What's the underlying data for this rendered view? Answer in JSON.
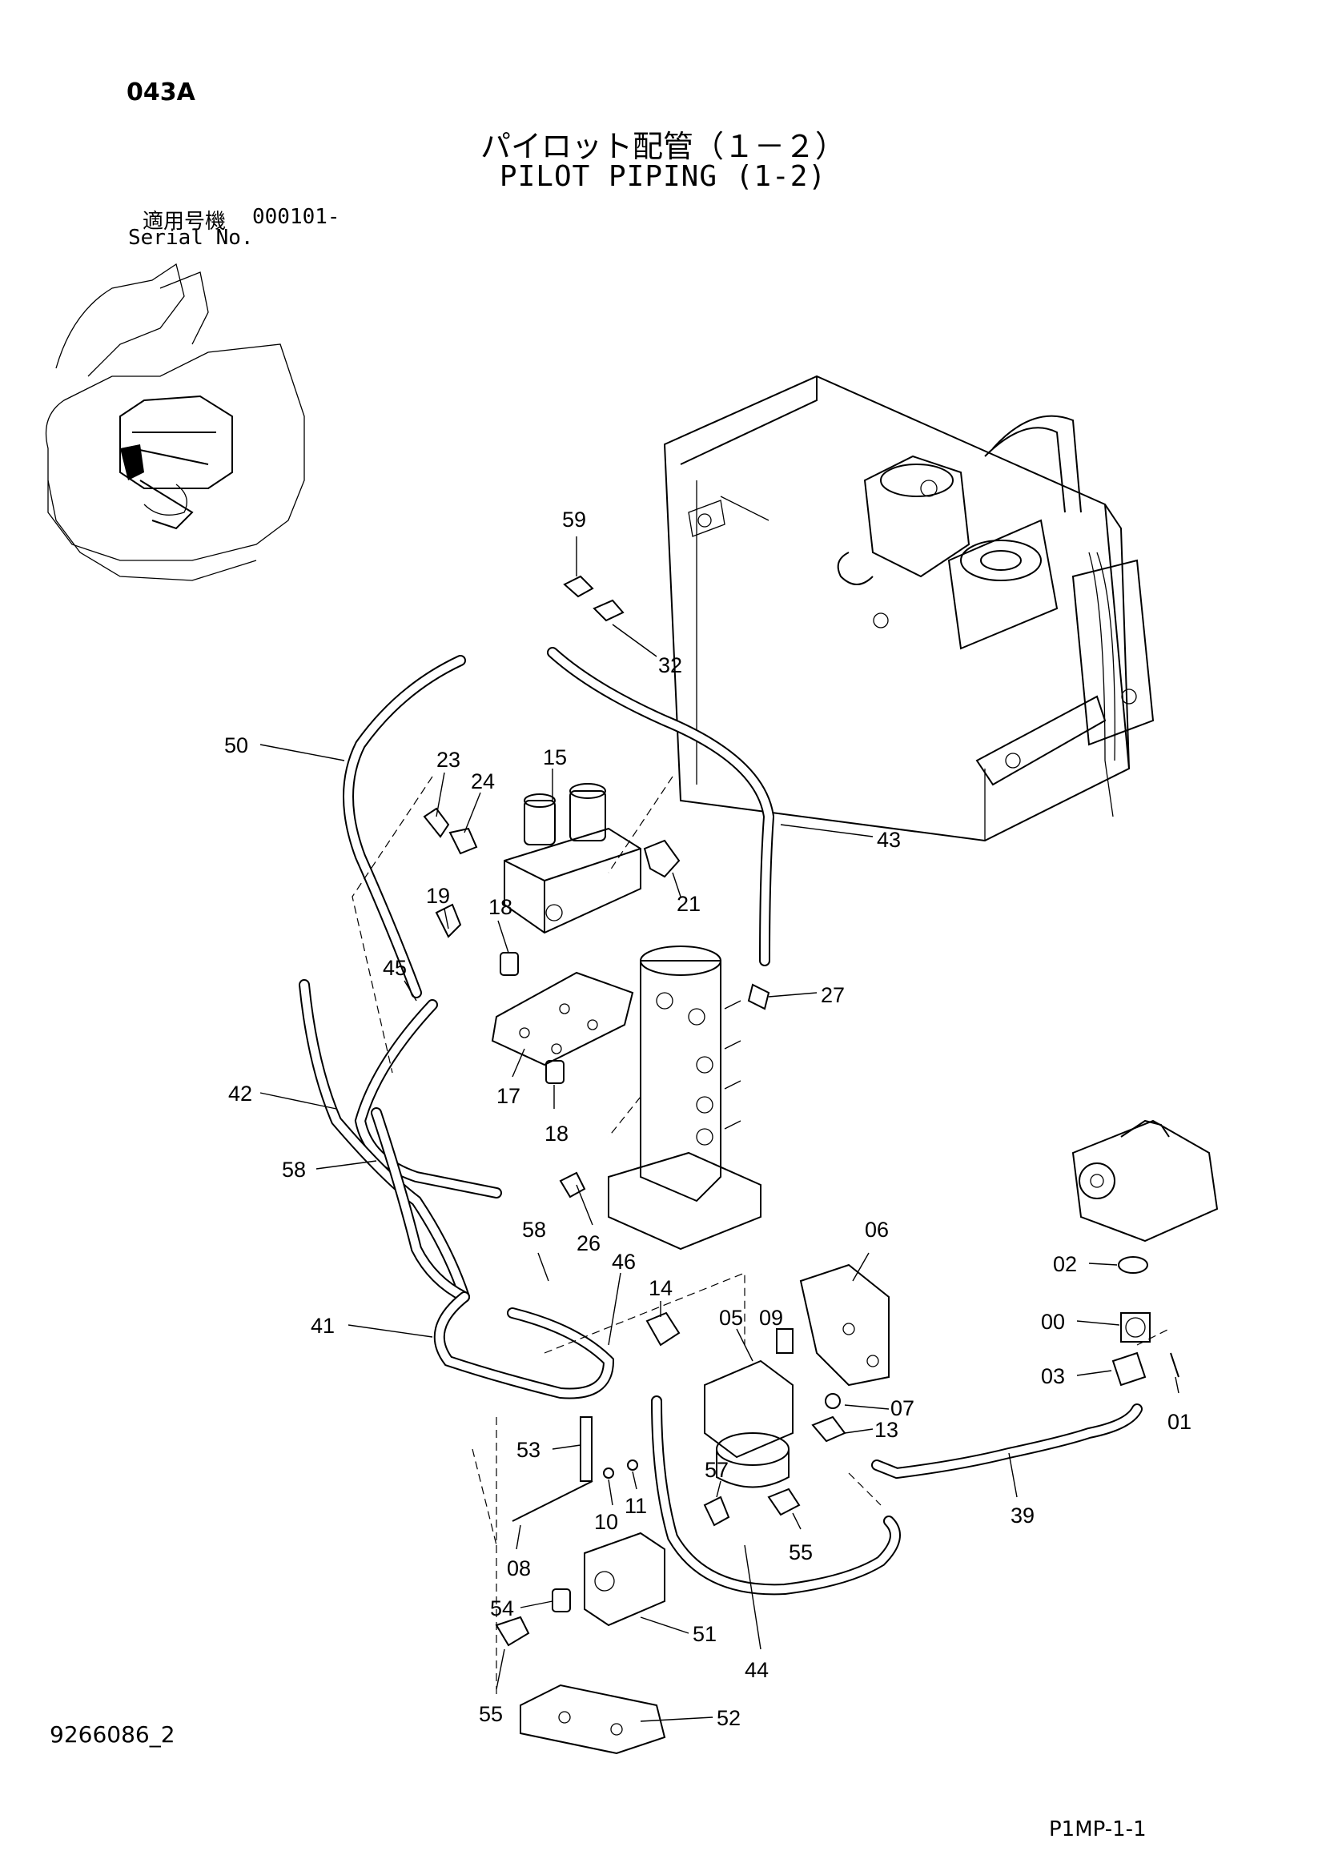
{
  "header": {
    "page_code": "043A",
    "title_jp": "パイロット配管（１－２）",
    "title_en": "PILOT PIPING (1-2)",
    "serial_label_jp": "適用号機",
    "serial_value": "000101-",
    "serial_label_en": "Serial No."
  },
  "footer": {
    "doc_number": "9266086_2",
    "page_ref": "P1MP-1-1"
  },
  "callouts": [
    "59",
    "32",
    "50",
    "23",
    "24",
    "15",
    "43",
    "21",
    "19",
    "18",
    "45",
    "27",
    "42",
    "17",
    "18",
    "58",
    "26",
    "06",
    "58",
    "46",
    "14",
    "05",
    "09",
    "02",
    "41",
    "00",
    "07",
    "03",
    "13",
    "53",
    "01",
    "57",
    "10",
    "11",
    "39",
    "55",
    "08",
    "54",
    "51",
    "44",
    "52",
    "55"
  ]
}
